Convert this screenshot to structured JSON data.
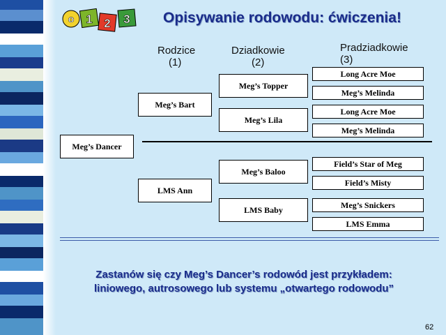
{
  "slide": {
    "title": "Opisywanie rodowodu: ćwiczenia!",
    "page_number": "62",
    "footer_text_line1": "Zastanów się czy Meg’s Dancer’s rodowód jest przykładem:",
    "footer_text_line2": "liniowego, autrosowego lub systemu „otwartego rodowodu”"
  },
  "columns": {
    "parents": {
      "label": "Rodzice",
      "number": "(1)"
    },
    "grandparents": {
      "label": "Dziadkowie",
      "number": "(2)"
    },
    "great_grandparents": {
      "label": "Pradziadkowie",
      "number": "(3)"
    }
  },
  "pedigree": {
    "subject": "Meg’s Dancer",
    "parents": [
      "Meg’s Bart",
      "LMS Ann"
    ],
    "grandparents": [
      "Meg’s Topper",
      "Meg’s Lila",
      "Meg’s Baloo",
      "LMS  Baby"
    ],
    "great_grandparents": [
      "Long Acre Moe",
      "Meg’s Melinda",
      "Long Acre Moe",
      "Meg’s Melinda",
      "Field’s Star of Meg",
      "Field’s Misty",
      "Meg’s Snickers",
      "LMS Emma"
    ]
  },
  "logo": {
    "glyphs": [
      "o",
      "1",
      "2",
      "3"
    ]
  },
  "colors": {
    "title": "#1a2c8a",
    "background": "#cfe9f8"
  }
}
